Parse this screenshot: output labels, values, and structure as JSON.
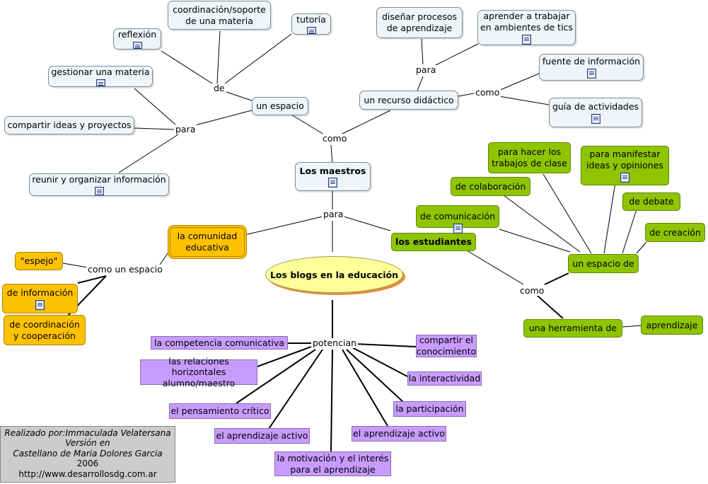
{
  "nodes": {
    "los_maestros": "Los maestros",
    "blogs": "Los blogs en la educación",
    "un_espacio": "un espacio",
    "recurso": "un recurso didáctico",
    "reflexion": "reflexión",
    "coordinacion": "coordinación/soporte\nde una materia",
    "tutoria": "tutoría",
    "gestionar": "gestionar una materia",
    "compartir_ideas": "compartir ideas y proyectos",
    "reunir": "reunir y organizar información",
    "disenar": "diseñar procesos\nde aprendizaje",
    "aprender": "aprender a trabajar\nen ambientes de tics",
    "fuente": "fuente de información",
    "guia": "guía de actividades",
    "comunidad": "la comunidad\neducativa",
    "espejo": "\"espejo\"",
    "de_informacion": "de información",
    "coordinacion_coop": "de coordinación\ny cooperación",
    "estudiantes": "los estudiantes",
    "para_hacer": "para hacer los\ntrabajos de clase",
    "para_manifestar": "para manifestar\nideas y opiniones",
    "colaboracion": "de colaboración",
    "debate": "de debate",
    "comunicacion": "de comunicación",
    "creacion": "de creación",
    "espacio_de": "un espacio de",
    "herramienta": "una  herramienta de",
    "aprendizaje": "aprendizaje",
    "competencia": "la  competencia comunicativa",
    "relaciones": "las relaciones horizontales\nalumno/maestro",
    "pensamiento": "el pensamiento crítico",
    "aprendizaje_activo_1": "el aprendizaje activo",
    "motivacion": "la motivación y el interés\npara el aprendizaje",
    "aprendizaje_activo_2": "el aprendizaje activo",
    "participacion": "la participación",
    "interactividad": "la interactividad",
    "compartir_conocimiento": "compartir el\nconocimiento"
  },
  "link_labels": {
    "de": "de",
    "para_top": "para",
    "como_top": "como",
    "para_right": "para",
    "como_right": "como",
    "para_mid": "para",
    "como_un_espacio": "como un espacio",
    "potencian": "potencian",
    "como_bottom": "como"
  },
  "credits": {
    "line1": "Realizado por:Immaculada Velatersana",
    "line2": "Versión en",
    "line3": "Castellano de Maria Dolores Garcia",
    "line4": "2006",
    "line5": "http://www.desarrollosdg.com.ar"
  },
  "colors": {
    "white_node": "#eef4f7",
    "green_node": "#8fc400",
    "orange_node": "#ffc200",
    "purple_node": "#c89cff",
    "central_node": "#ffff99",
    "shadow": "#e1913c"
  }
}
